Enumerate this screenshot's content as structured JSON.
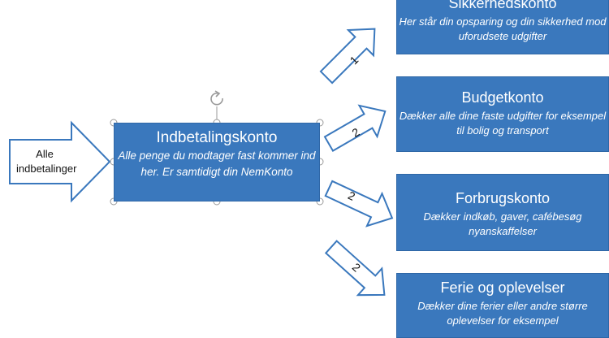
{
  "input": {
    "label": "Alle indbetalinger"
  },
  "main_account": {
    "title": "Indbetalingskonto",
    "description": "Alle penge du modtager fast kommer ind her. Er samtidigt din NemKonto"
  },
  "accounts": [
    {
      "title": "Sikkerhedskonto",
      "description": "Her står din opsparing og din sikkerhed mod uforudsete udgifter",
      "arrow_label": "1"
    },
    {
      "title": "Budgetkonto",
      "description": "Dækker alle dine faste udgifter for eksempel til bolig og transport",
      "arrow_label": "2"
    },
    {
      "title": "Forbrugskonto",
      "description": "Dækker indkøb, gaver, cafébesøg nyanskaffelser",
      "arrow_label": "2"
    },
    {
      "title": "Ferie og oplevelser",
      "description": "Dækker dine ferier eller andre større oplevelser for eksempel",
      "arrow_label": "2"
    }
  ],
  "colors": {
    "box_fill": "#3a78bd",
    "box_text": "#ffffff",
    "arrow_stroke": "#3a78bd",
    "arrow_fill": "#ffffff",
    "handle": "#9a9a9a"
  },
  "icons": {
    "rotate_handle": "rotate-handle-icon"
  }
}
